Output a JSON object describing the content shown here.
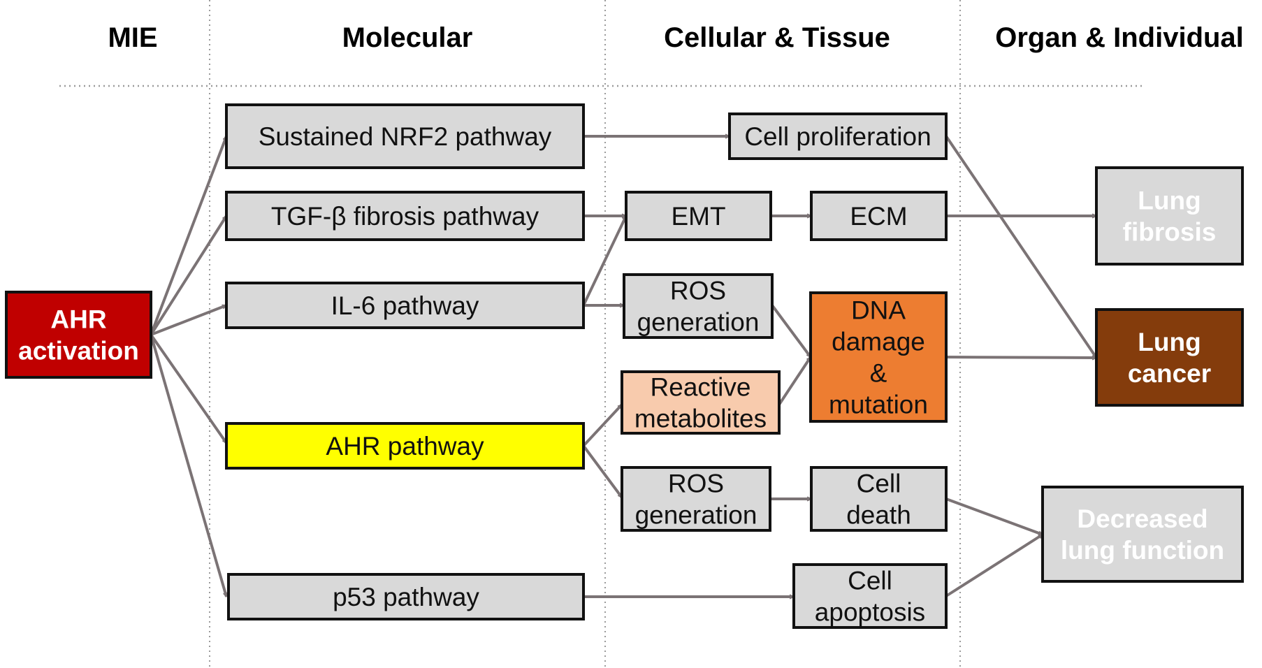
{
  "headers": [
    "MIE",
    "Molecular",
    "Cellular & Tissue",
    "Organ & Individual"
  ],
  "colors": {
    "mie": "#c00000",
    "gray_box": "#d9d9d9",
    "ahr_pathway": "#ffff00",
    "reactive": "#f8cbad",
    "dna": "#ed7d31",
    "cancer": "#843c0c",
    "arrow": "#7b7375"
  },
  "nodes": [
    {
      "id": "ahr_act",
      "lines": [
        "AHR",
        "activation"
      ],
      "fill": "#c00000",
      "text_color": "#ffffff",
      "bold": true
    },
    {
      "id": "nrf2",
      "lines": [
        "Sustained NRF2 pathway"
      ],
      "fill": "#d9d9d9",
      "text_color": "#111111",
      "bold": false
    },
    {
      "id": "tgf",
      "lines": [
        "TGF-β fibrosis pathway"
      ],
      "fill": "#d9d9d9",
      "text_color": "#111111",
      "bold": false
    },
    {
      "id": "il6",
      "lines": [
        "IL-6 pathway"
      ],
      "fill": "#d9d9d9",
      "text_color": "#111111",
      "bold": false
    },
    {
      "id": "ahr_path",
      "lines": [
        "AHR pathway"
      ],
      "fill": "#ffff00",
      "text_color": "#111111",
      "bold": false
    },
    {
      "id": "p53",
      "lines": [
        "p53 pathway"
      ],
      "fill": "#d9d9d9",
      "text_color": "#111111",
      "bold": false
    },
    {
      "id": "prolif",
      "lines": [
        "Cell proliferation"
      ],
      "fill": "#d9d9d9",
      "text_color": "#111111",
      "bold": false
    },
    {
      "id": "emt",
      "lines": [
        "EMT"
      ],
      "fill": "#d9d9d9",
      "text_color": "#111111",
      "bold": false
    },
    {
      "id": "ecm",
      "lines": [
        "ECM"
      ],
      "fill": "#d9d9d9",
      "text_color": "#111111",
      "bold": false
    },
    {
      "id": "ros1",
      "lines": [
        "ROS",
        "generation"
      ],
      "fill": "#d9d9d9",
      "text_color": "#111111",
      "bold": false
    },
    {
      "id": "reactive",
      "lines": [
        "Reactive",
        "metabolites"
      ],
      "fill": "#f8cbad",
      "text_color": "#111111",
      "bold": false
    },
    {
      "id": "dna",
      "lines": [
        "DNA",
        "damage",
        "&",
        "mutation"
      ],
      "fill": "#ed7d31",
      "text_color": "#111111",
      "bold": false
    },
    {
      "id": "ros2",
      "lines": [
        "ROS",
        "generation"
      ],
      "fill": "#d9d9d9",
      "text_color": "#111111",
      "bold": false
    },
    {
      "id": "death",
      "lines": [
        "Cell",
        "death"
      ],
      "fill": "#d9d9d9",
      "text_color": "#111111",
      "bold": false
    },
    {
      "id": "apop",
      "lines": [
        "Cell",
        "apoptosis"
      ],
      "fill": "#d9d9d9",
      "text_color": "#111111",
      "bold": false
    },
    {
      "id": "fibrosis",
      "lines": [
        "Lung",
        "fibrosis"
      ],
      "fill": "#d9d9d9",
      "text_color": "#ffffff",
      "bold": true
    },
    {
      "id": "cancer",
      "lines": [
        "Lung",
        "cancer"
      ],
      "fill": "#843c0c",
      "text_color": "#ffffff",
      "bold": true
    },
    {
      "id": "decreased",
      "lines": [
        "Decreased",
        "lung function"
      ],
      "fill": "#d9d9d9",
      "text_color": "#ffffff",
      "bold": true
    }
  ],
  "edges": [
    [
      "ahr_act",
      "nrf2"
    ],
    [
      "ahr_act",
      "tgf"
    ],
    [
      "ahr_act",
      "il6"
    ],
    [
      "ahr_act",
      "ahr_path"
    ],
    [
      "ahr_act",
      "p53"
    ],
    [
      "nrf2",
      "prolif"
    ],
    [
      "tgf",
      "emt"
    ],
    [
      "il6",
      "emt"
    ],
    [
      "il6",
      "ros1"
    ],
    [
      "ahr_path",
      "reactive"
    ],
    [
      "ahr_path",
      "ros2"
    ],
    [
      "emt",
      "ecm"
    ],
    [
      "ros1",
      "dna"
    ],
    [
      "reactive",
      "dna"
    ],
    [
      "ros2",
      "death"
    ],
    [
      "p53",
      "apop"
    ],
    [
      "ecm",
      "fibrosis"
    ],
    [
      "prolif",
      "cancer"
    ],
    [
      "dna",
      "cancer"
    ],
    [
      "death",
      "decreased"
    ],
    [
      "apop",
      "decreased"
    ]
  ]
}
